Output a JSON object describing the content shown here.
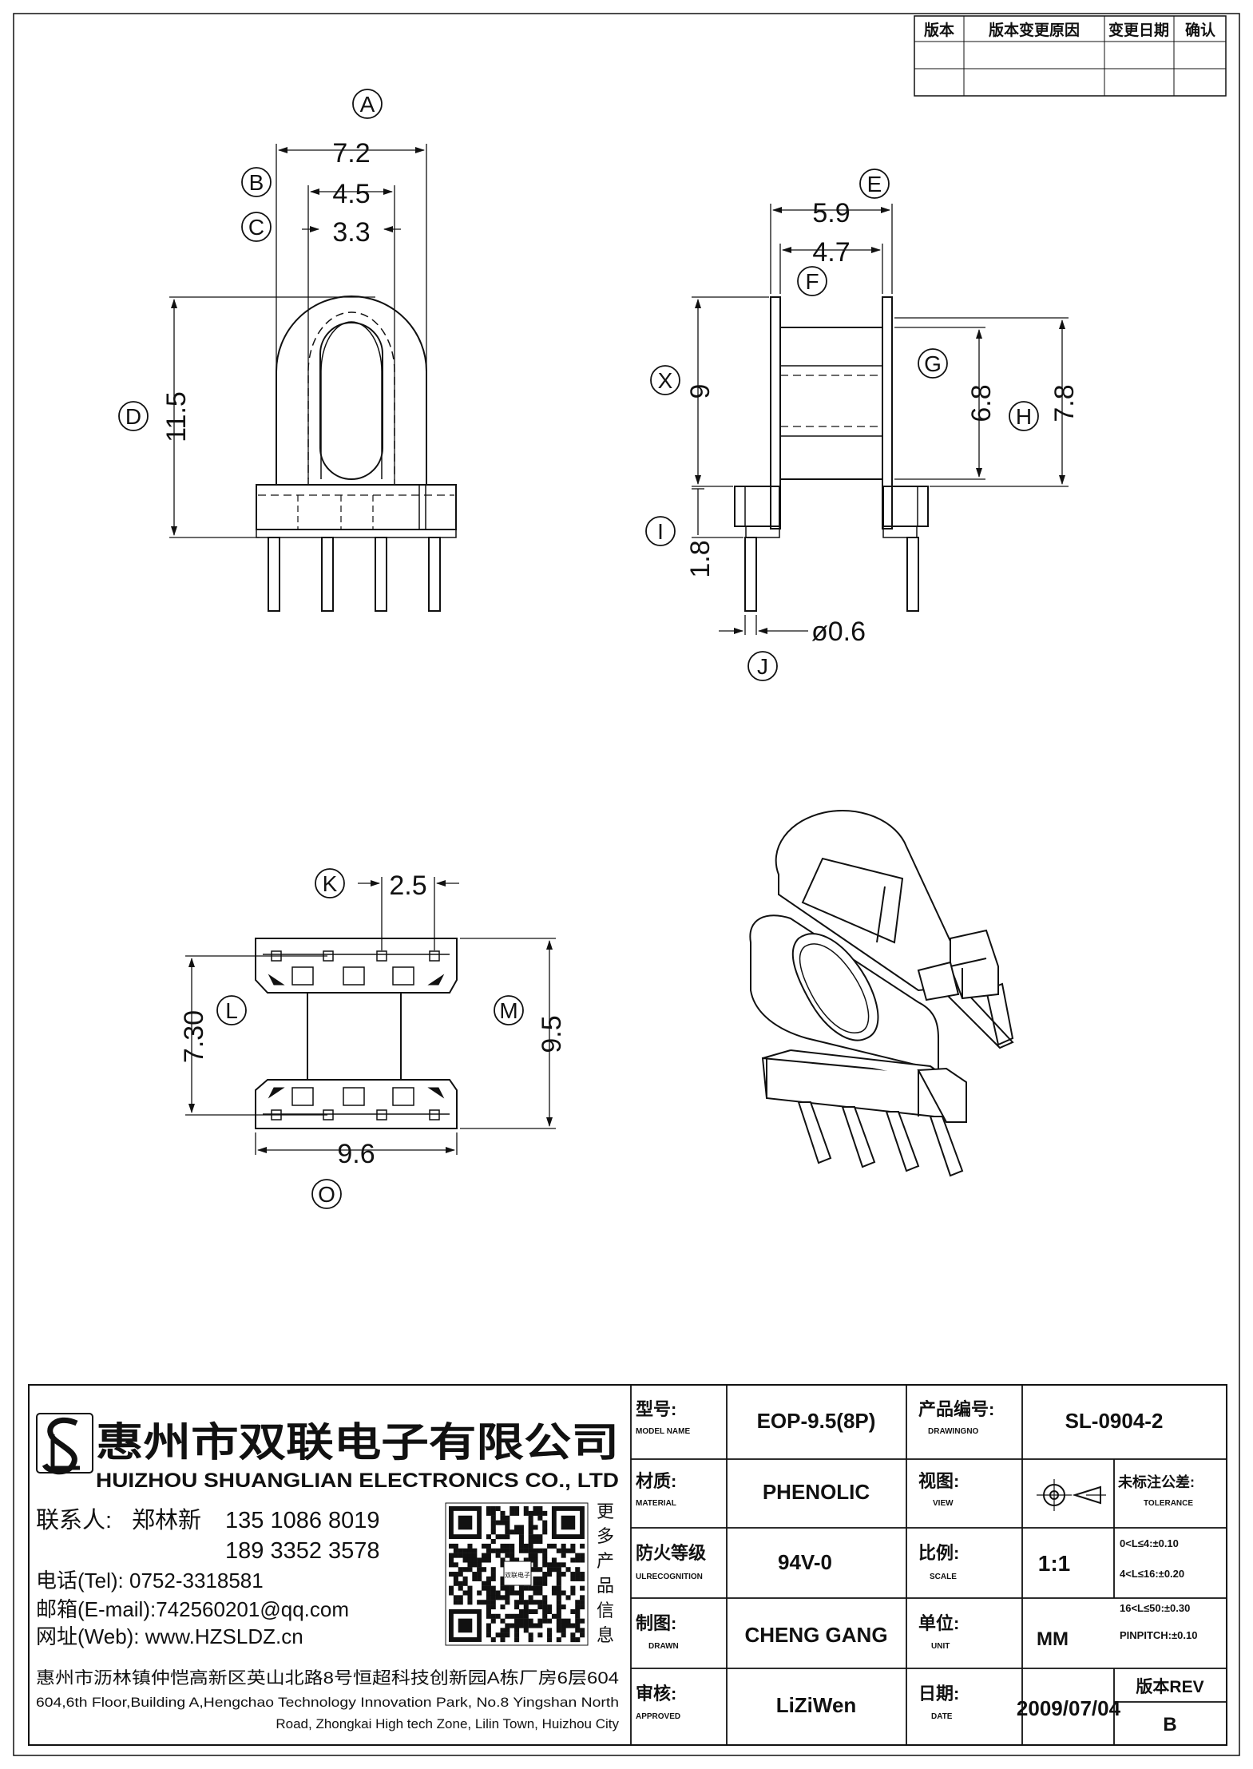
{
  "revision_table": {
    "headers": [
      "版本",
      "版本变更原因",
      "变更日期",
      "确认"
    ]
  },
  "views": {
    "front": {
      "callouts": [
        "A",
        "B",
        "C",
        "D"
      ],
      "dims": {
        "A": "7.2",
        "B": "4.5",
        "C": "3.3",
        "D": "11.5"
      }
    },
    "side": {
      "callouts": [
        "E",
        "F",
        "G",
        "H",
        "X",
        "I",
        "J"
      ],
      "dims": {
        "E": "5.9",
        "F": "4.7",
        "G": "6.8",
        "H": "7.8",
        "X": "9",
        "I": "1.8",
        "J": "ø0.6"
      }
    },
    "bottom": {
      "callouts": [
        "K",
        "L",
        "M",
        "O"
      ],
      "dims": {
        "K": "2.5",
        "L": "7.30",
        "M": "9.5",
        "O": "9.6"
      }
    }
  },
  "company": {
    "name_cn": "惠州市双联电子有限公司",
    "name_en": "HUIZHOU SHUANGLIAN ELECTRONICS CO., LTD",
    "contact_label": "联系人:",
    "contact_name": "郑林新",
    "phone1": "135 1086 8019",
    "phone2": "189 3352 3578",
    "tel": "电话(Tel): 0752-3318581",
    "email": "邮箱(E-mail):742560201@qq.com",
    "web": "网址(Web): www.HZSLDZ.cn",
    "addr_cn": "惠州市沥林镇仲恺高新区英山北路8号恒超科技创新园A栋厂房6层604",
    "addr_en1": "604,6th Floor,Building A,Hengchao Technology Innovation Park, No.8 Yingshan North",
    "addr_en2": "Road, Zhongkai High tech Zone, Lilin Town, Huizhou City",
    "more": [
      "更",
      "多",
      "产",
      "品",
      "信",
      "息"
    ],
    "qr_caption": "双联电子"
  },
  "title_block": {
    "model_label": "型号:",
    "model_label_en": "MODEL NAME",
    "model": "EOP-9.5(8P)",
    "drawing_label": "产品编号:",
    "drawing_label_en": "DRAWINGNO",
    "drawing_no": "SL-0904-2",
    "material_label": "材质:",
    "material_label_en": "MATERIAL",
    "material": "PHENOLIC",
    "view_label": "视图:",
    "view_label_en": "VIEW",
    "tol_label": "未标注公差:",
    "tol_label_en": "TOLERANCE",
    "tol1": "0<L≤4:±0.10",
    "tol2": "4<L≤16:±0.20",
    "tol3": "16<L≤50:±0.30",
    "tol4": "PINPITCH:±0.10",
    "ul_label": "防火等级",
    "ul_label_en": "ULRECOGNITION",
    "ul": "94V-0",
    "scale_label": "比例:",
    "scale_label_en": "SCALE",
    "scale": "1:1",
    "drawn_label": "制图:",
    "drawn_label_en": "DRAWN",
    "drawn": "CHENG GANG",
    "unit_label": "单位:",
    "unit_label_en": "UNIT",
    "unit": "MM",
    "approved_label": "审核:",
    "approved_label_en": "APPROVED",
    "approved": "LiZiWen",
    "date_label": "日期:",
    "date_label_en": "DATE",
    "date": "2009/07/04",
    "rev_label": "版本REV",
    "rev": "B"
  }
}
